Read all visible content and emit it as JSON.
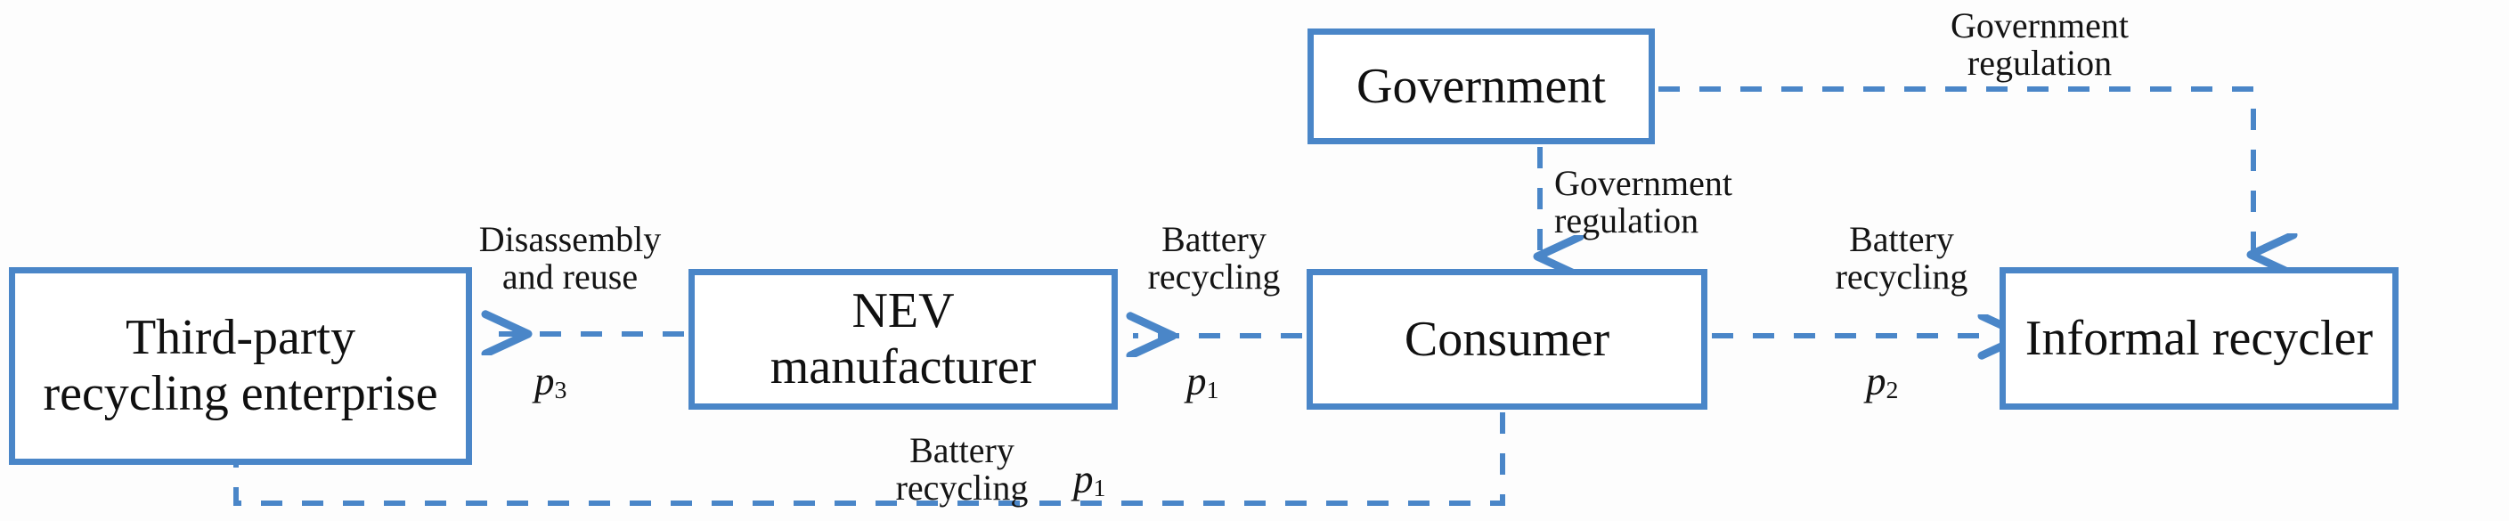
{
  "diagram": {
    "title": "NEV power battery recycling channel structure",
    "accent_color": "#4a86c8",
    "text_color": "#141414",
    "background": "#fdfdfd",
    "nodes": [
      {
        "id": "third-party",
        "label": "Third-party\nrecycling enterprise"
      },
      {
        "id": "nev",
        "label": "NEV\nmanufacturer"
      },
      {
        "id": "consumer",
        "label": "Consumer"
      },
      {
        "id": "government",
        "label": "Government"
      },
      {
        "id": "informal",
        "label": "Informal recycler"
      }
    ],
    "edge_labels": {
      "disassembly_and_reuse": "Disassembly\nand reuse",
      "battery_recycling_nev": "Battery\nrecycling",
      "government_regulation_consumer": "Government\nregulation",
      "battery_recycling_informal": "Battery\nrecycling",
      "government_regulation_informal": "Government\nregulation",
      "battery_recycling_bottom": "Battery\nrecycling"
    },
    "price_labels": {
      "p3": "p",
      "p3_sub": "3",
      "p1": "p",
      "p1_sub": "1",
      "p2": "p",
      "p2_sub": "2",
      "p1_bottom": "p",
      "p1_bottom_sub": "1"
    },
    "edges": [
      {
        "from": "nev",
        "to": "third-party",
        "style": "dashed",
        "label": "Disassembly and reuse",
        "price": "p3"
      },
      {
        "from": "consumer",
        "to": "nev",
        "style": "dashed",
        "label": "Battery recycling",
        "price": "p1"
      },
      {
        "from": "consumer",
        "to": "informal",
        "style": "dashed",
        "label": "Battery recycling",
        "price": "p2"
      },
      {
        "from": "government",
        "to": "consumer",
        "style": "dashed",
        "label": "Government regulation",
        "price": ""
      },
      {
        "from": "government",
        "to": "informal",
        "style": "dashed",
        "label": "Government regulation",
        "price": ""
      },
      {
        "from": "consumer",
        "to": "third-party",
        "style": "dashed",
        "label": "Battery recycling",
        "price": "p1"
      }
    ]
  }
}
